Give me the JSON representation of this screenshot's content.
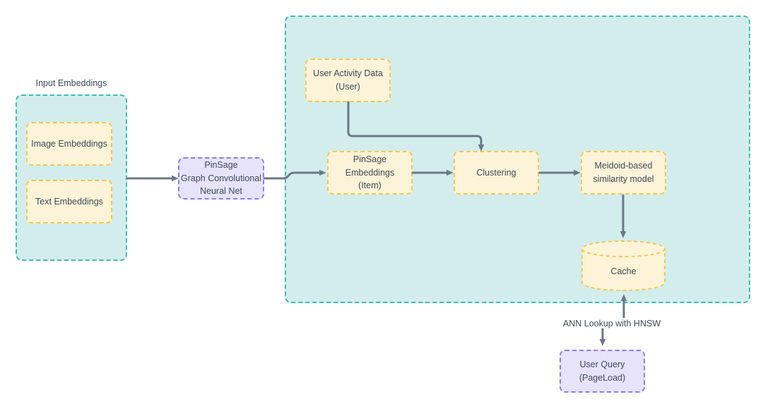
{
  "colors": {
    "teal_fill": "#d3edec",
    "teal_border": "#3fbcb2",
    "yellow_fill": "#fdf3d8",
    "yellow_border": "#f1c84f",
    "purple_fill": "#e6e3fb",
    "purple_border": "#8b7ee9",
    "arrow": "#6b7888",
    "text": "#414a5a",
    "canvas_bg": "#ffffff"
  },
  "diagram": {
    "input_group": {
      "title": "Input Embeddings",
      "image_box": "Image Embeddings",
      "text_box": "Text Embeddings"
    },
    "gcn_box": "PinSage\nGraph Convolutional\nNeural Net",
    "pipeline_group": {
      "user_activity_box": "User Activity Data\n(User)",
      "pinsage_item_box": "PinSage Embeddings\n(Item)",
      "clustering_box": "Clustering",
      "medoid_box": "Meidoid-based\nsimilarity model",
      "cache_label": "Cache"
    },
    "ann_label": "ANN Lookup with HNSW",
    "user_query_box": "User Query\n(PageLoad)"
  }
}
